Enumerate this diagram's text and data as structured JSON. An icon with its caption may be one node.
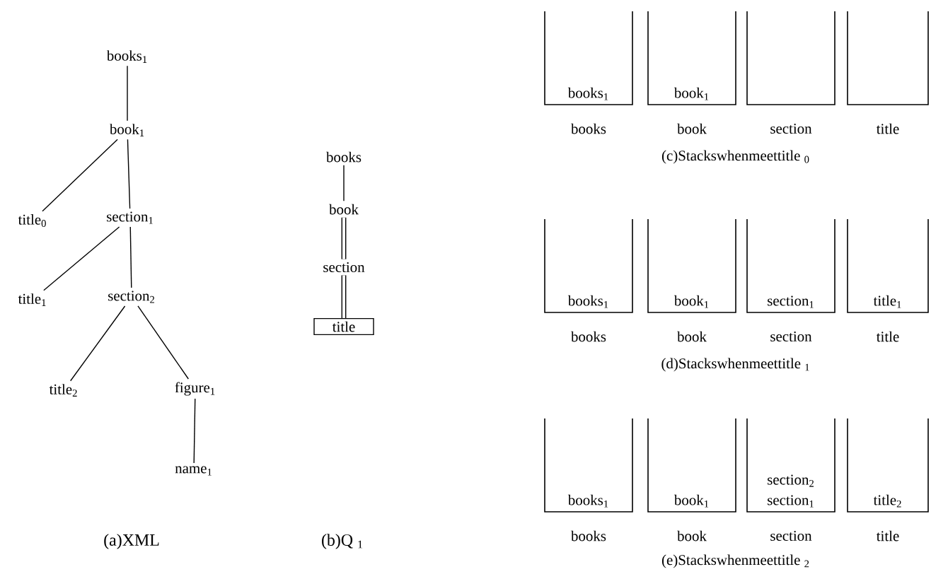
{
  "diagram": {
    "nodes": [
      {
        "text": [
          "books$_{1}$"
        ]
      },
      {
        "text": [
          "book$_{1}$"
        ]
      },
      {
        "text": [
          "title$_{0}$"
        ]
      },
      {
        "text": [
          "section$_{1}$"
        ]
      },
      {
        "text": [
          "title$_{1}$"
        ]
      },
      {
        "text": [
          "section$_{2}$"
        ]
      },
      {
        "text": [
          "title$_{2}$"
        ]
      },
      {
        "text": [
          "figure$_{1}$"
        ]
      },
      {
        "text": [
          "name$_{1}$"
        ]
      },
      {
        "text": [
          "books"
        ]
      },
      {
        "text": [
          "book"
        ]
      },
      {
        "text": [
          "section"
        ]
      },
      {
        "text": [
          "title"
        ]
      },
      {
        "text": [
          "books$_{1}$"
        ],
        "beside": [
          "books"
        ]
      },
      {
        "text": [
          "book$_{1}$"
        ],
        "beside": [
          "book"
        ]
      },
      {
        "text": [],
        "shape": "box",
        "beside": [
          "section"
        ]
      },
      {
        "text": [],
        "shape": "box",
        "beside": [
          "title"
        ]
      },
      {
        "text": [
          "books$_{1}$"
        ],
        "beside": [
          "books"
        ]
      },
      {
        "text": [
          "book$_{1}$"
        ],
        "beside": [
          "book"
        ]
      },
      {
        "text": [
          "section$_{1}$"
        ],
        "beside": [
          "section"
        ]
      },
      {
        "text": [
          "title$_{1}$"
        ],
        "beside": [
          "title"
        ]
      },
      {
        "text": [
          "books$_{1}$"
        ],
        "beside": [
          "books"
        ]
      },
      {
        "text": [
          "book$_{1}$"
        ],
        "beside": [
          "book"
        ]
      },
      {
        "text": [
          "section$_{2}$",
          "section$_{1}$"
        ],
        "beside": [
          "section"
        ]
      },
      {
        "text": [
          "title$_{2}$"
        ],
        "beside": [
          "title"
        ]
      }
    ],
    "edges": [
      {
        "from": 0,
        "to": 1,
        "arrow": "none"
      },
      {
        "from": 1,
        "to": 2,
        "arrow": "none"
      },
      {
        "from": 1,
        "to": 3,
        "arrow": "none"
      },
      {
        "from": 3,
        "to": 4,
        "arrow": "none"
      },
      {
        "from": 3,
        "to": 5,
        "arrow": "none"
      },
      {
        "from": 5,
        "to": 6,
        "arrow": "none"
      },
      {
        "from": 5,
        "to": 7,
        "arrow": "none"
      },
      {
        "from": 7,
        "to": 8,
        "arrow": "none"
      },
      {
        "from": 9,
        "to": 10,
        "arrow": "none"
      },
      {
        "from": 10,
        "to": 11,
        "arrow": "none",
        "style": "thick"
      },
      {
        "from": 11,
        "to": 12,
        "arrow": "none",
        "style": "thick"
      }
    ],
    "labels": [
      "(a)XML",
      "(b)Q $_{1}$",
      "(c)Stackswhenmeettitle $_{0}$",
      "(d)Stackswhenmeettitle $_{1}$",
      "(e)Stackswhenmeettitle $_{2}$"
    ]
  }
}
